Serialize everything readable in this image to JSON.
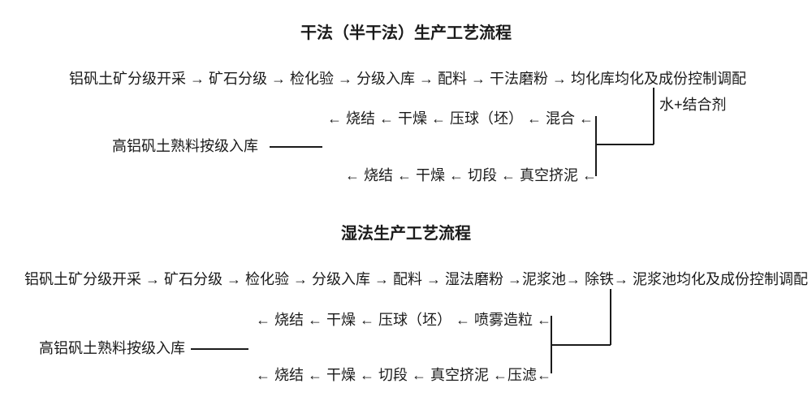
{
  "page": {
    "background_color": "#ffffff",
    "text_color": "#1a1a1a",
    "line_color": "#1b1b1b"
  },
  "dry_section": {
    "title": "干法（半干法）生产工艺流程",
    "main_flow": "铝矾土矿分级开采 → 矿石分级 → 检化验 → 分级入库 → 配料 → 干法磨粉 → 均化库均化及成份控制调配",
    "additive_label": "水+结合剂",
    "mix_branch_flow": "← 烧结 ← 干燥 ← 压球（坯） ← 混合 ←",
    "storage_label": "高铝矾土熟料按级入库",
    "extrude_branch_flow": "← 烧结 ← 干燥 ← 切段 ← 真空挤泥 ←"
  },
  "wet_section": {
    "title": "湿法生产工艺流程",
    "main_flow": "铝矾土矿分级开采 → 矿石分级 → 检化验 → 分级入库 → 配料 → 湿法磨粉 →泥浆池→ 除铁→ 泥浆池均化及成份控制调配",
    "spray_branch_flow": "← 烧结 ← 干燥 ← 压球（坯） ← 喷雾造粒 ←",
    "storage_label": "高铝矾土熟料按级入库",
    "extrude_branch_flow": "← 烧结 ← 干燥 ← 切段 ← 真空挤泥 ←压滤←"
  }
}
